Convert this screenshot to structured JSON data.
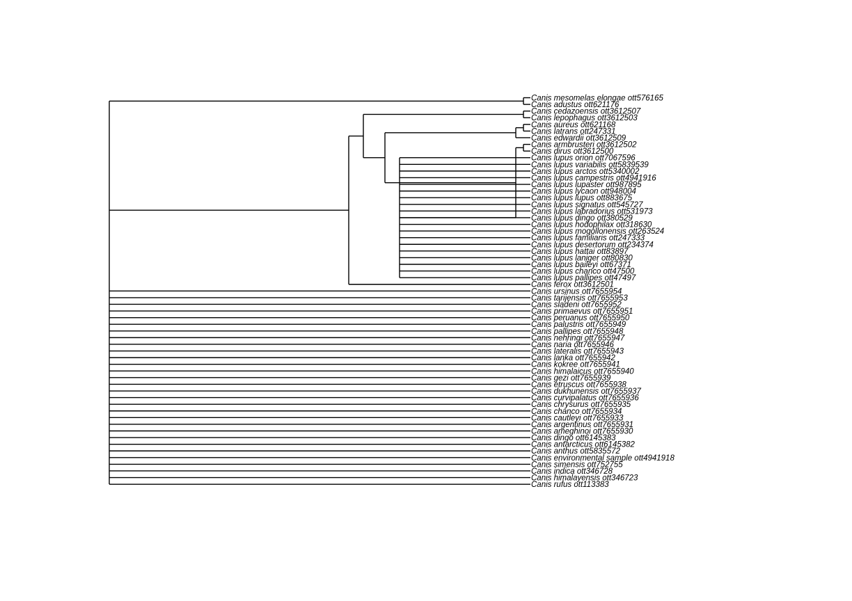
{
  "tree": {
    "tips": [
      "Canis mesomelas elongae ott576165",
      "Canis adustus ott621176",
      "Canis cedazoensis ott3612507",
      "Canis lepophagus ott3612503",
      "Canis aureus ott621168",
      "Canis latrans ott247331",
      "Canis edwardii ott3612509",
      "Canis armbrusteri ott3612502",
      "Canis dirus ott3612500",
      "Canis lupus orion ott7067596",
      "Canis lupus variabilis ott5839539",
      "Canis lupus arctos ott5340002",
      "Canis lupus campestris ott4941916",
      "Canis lupus lupaster ott987895",
      "Canis lupus lycaon ott948004",
      "Canis lupus lupus ott883675",
      "Canis lupus signatus ott545727",
      "Canis lupus labradorius ott531973",
      "Canis lupus dingo ott380529",
      "Canis lupus hodophilax ott318630",
      "Canis lupus mogollonensis ott263524",
      "Canis lupus familiaris ott247333",
      "Canis lupus desertorum ott234374",
      "Canis lupus hattai ott83897",
      "Canis lupus laniger ott80830",
      "Canis lupus baileyi ott67371",
      "Canis lupus chanco ott47500",
      "Canis lupus pallipes ott47497",
      "Canis ferox ott3612501",
      "Canis ursinus ott7655954",
      "Canis tarijensis ott7655953",
      "Canis sladeni ott7655952",
      "Canis primaevus ott7655951",
      "Canis peruanus ott7655950",
      "Canis palustris ott7655949",
      "Canis pallipes ott7655948",
      "Canis nehringi ott7655947",
      "Canis naria ott7655946",
      "Canis lateralis ott7655943",
      "Canis lanka ott7655942",
      "Canis kokree ott7655941",
      "Canis himalaicus ott7655940",
      "Canis gezi ott7655939",
      "Canis etruscus ott7655938",
      "Canis dukhunensis ott7655937",
      "Canis curvipalatus ott7655936",
      "Canis chrysurus ott7655935",
      "Canis chanco ott7655934",
      "Canis cautleyi ott7655933",
      "Canis argentinus ott7655931",
      "Canis ameghinoi ott7655930",
      "Canis dingo ott6145383",
      "Canis antarcticus ott6145382",
      "Canis anthus ott5835572",
      "Canis environmental sample ott4941918",
      "Canis simensis ott752755",
      "Canis indica ott346728",
      "Canis himalayensis ott346723",
      "Canis rufus ott113383"
    ],
    "topology": {
      "children": [
        {
          "children": [
            {
              "tip": 0
            },
            {
              "tip": 1
            }
          ]
        },
        {
          "children": [
            {
              "children": [
                {
                  "children": [
                    {
                      "tip": 2
                    },
                    {
                      "tip": 3
                    }
                  ]
                },
                {
                  "children": [
                    {
                      "children": [
                        {
                          "children": [
                            {
                              "tip": 4
                            },
                            {
                              "tip": 5
                            }
                          ]
                        },
                        {
                          "tip": 6
                        }
                      ]
                    },
                    {
                      "children": [
                        {
                          "children": [
                            {
                              "tip": 7
                            },
                            {
                              "tip": 8
                            }
                          ]
                        },
                        {
                          "children": [
                            {
                              "tip": 9
                            },
                            {
                              "tip": 10
                            },
                            {
                              "tip": 11
                            },
                            {
                              "tip": 12
                            },
                            {
                              "tip": 13
                            },
                            {
                              "tip": 14
                            },
                            {
                              "tip": 15
                            },
                            {
                              "tip": 16
                            },
                            {
                              "tip": 17
                            },
                            {
                              "tip": 18
                            },
                            {
                              "tip": 19
                            },
                            {
                              "tip": 20
                            },
                            {
                              "tip": 21
                            },
                            {
                              "tip": 22
                            },
                            {
                              "tip": 23
                            },
                            {
                              "tip": 24
                            },
                            {
                              "tip": 25
                            },
                            {
                              "tip": 26
                            },
                            {
                              "tip": 27
                            }
                          ]
                        }
                      ]
                    }
                  ]
                }
              ]
            },
            {
              "tip": 28
            }
          ]
        },
        {
          "tip": 29
        },
        {
          "tip": 30
        },
        {
          "tip": 31
        },
        {
          "tip": 32
        },
        {
          "tip": 33
        },
        {
          "tip": 34
        },
        {
          "tip": 35
        },
        {
          "tip": 36
        },
        {
          "tip": 37
        },
        {
          "tip": 38
        },
        {
          "tip": 39
        },
        {
          "tip": 40
        },
        {
          "tip": 41
        },
        {
          "tip": 42
        },
        {
          "tip": 43
        },
        {
          "tip": 44
        },
        {
          "tip": 45
        },
        {
          "tip": 46
        },
        {
          "tip": 47
        },
        {
          "tip": 48
        },
        {
          "tip": 49
        },
        {
          "tip": 50
        },
        {
          "tip": 51
        },
        {
          "tip": 52
        },
        {
          "tip": 53
        },
        {
          "tip": 54
        },
        {
          "tip": 55
        },
        {
          "tip": 56
        },
        {
          "tip": 57
        },
        {
          "tip": 58
        }
      ]
    }
  }
}
